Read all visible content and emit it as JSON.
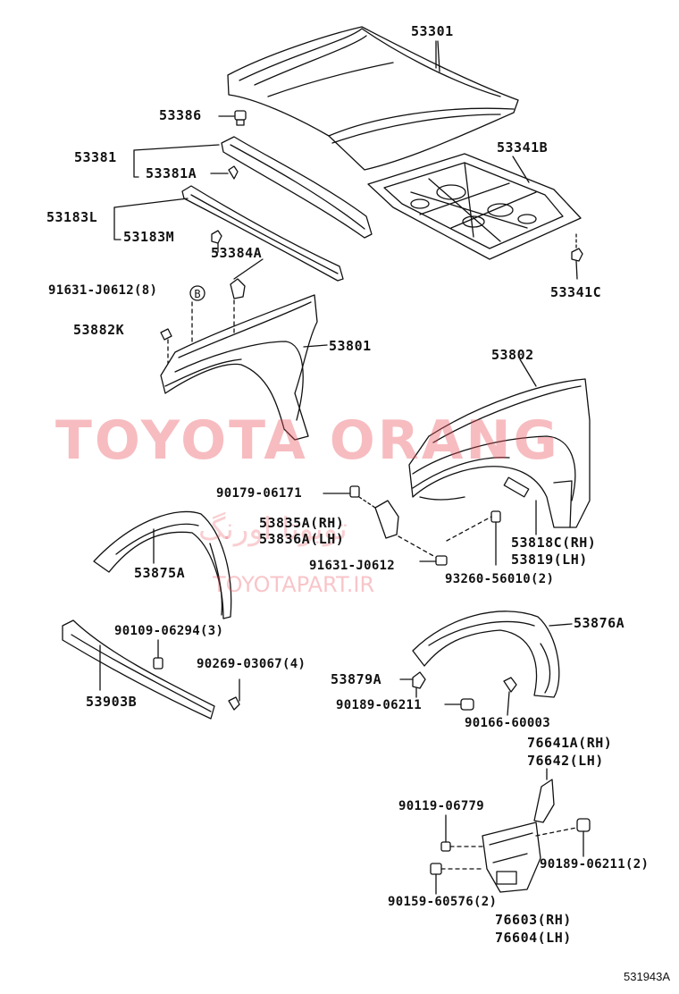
{
  "labels": {
    "p53301": "53301",
    "p53386": "53386",
    "p53381": "53381",
    "p53381A": "53381A",
    "p53183L": "53183L",
    "p53183M": "53183M",
    "p53341B": "53341B",
    "p53384A": "53384A",
    "p53341C": "53341C",
    "p91631_J0612_8": "91631-J0612(8)",
    "p53882K": "53882K",
    "p53801": "53801",
    "p53802": "53802",
    "p90179_06171": "90179-06171",
    "p53835A": "53835A(RH)",
    "p53836A": "53836A(LH)",
    "p53818C": "53818C(RH)",
    "p53819": "53819(LH)",
    "p53875A": "53875A",
    "p91631_J0612": "91631-J0612",
    "p93260_56010": "93260-56010(2)",
    "p53876A": "53876A",
    "p90109_06294": "90109-06294(3)",
    "p90269_03067": "90269-03067(4)",
    "p53903B": "53903B",
    "p53879A": "53879A",
    "p90189_06211": "90189-06211",
    "p90166_60003": "90166-60003",
    "p76641A": "76641A(RH)",
    "p76642": "76642(LH)",
    "p90119_06779": "90119-06779",
    "p90189_06211_2": "90189-06211(2)",
    "p90159_60576": "90159-60576(2)",
    "p76603": "76603(RH)",
    "p76604": "76604(LH)"
  },
  "circle_marker": "B",
  "watermark": {
    "brand": "TOYOTA ORANG",
    "persian": "تویوتا اورنگ",
    "site": "TOYOTAPART.IR"
  },
  "figure_ref": "531943A",
  "colors": {
    "ink": "#111111",
    "watermark": "#eb505a"
  }
}
